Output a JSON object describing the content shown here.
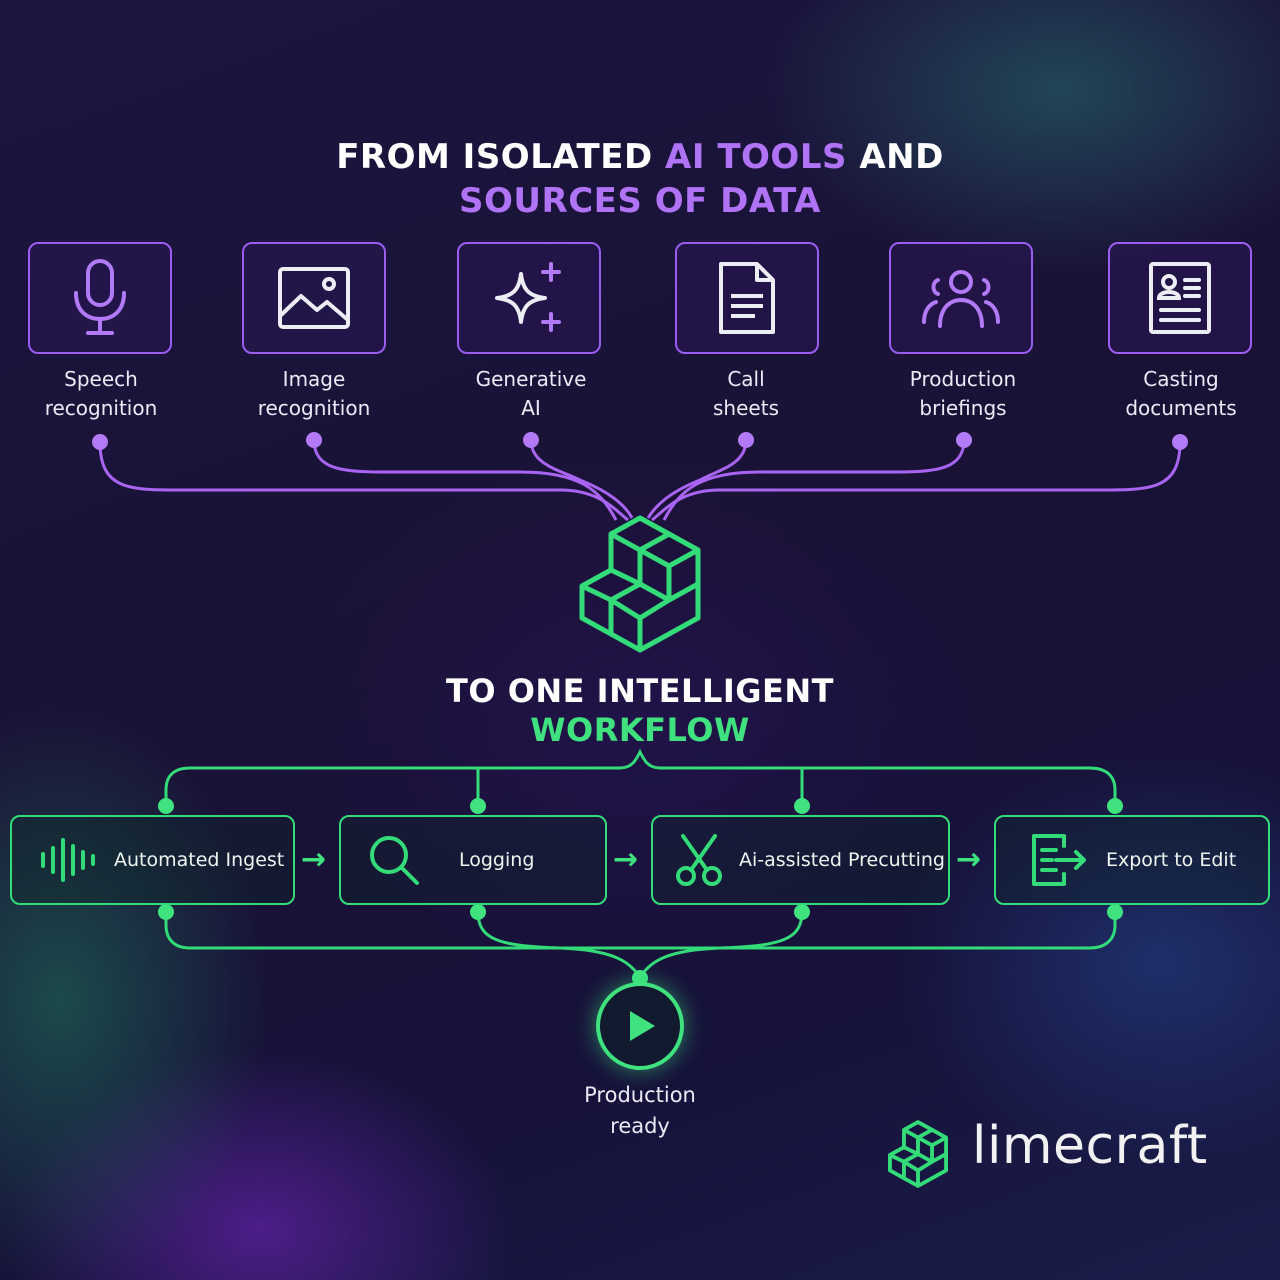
{
  "title_top": {
    "line1_a": "FROM ISOLATED ",
    "line1_b": "AI TOOLS",
    "line1_c": " AND",
    "line2": "SOURCES OF DATA"
  },
  "sources": [
    {
      "icon": "microphone-icon",
      "line1": "Speech",
      "line2": "recognition"
    },
    {
      "icon": "image-icon",
      "line1": "Image",
      "line2": "recognition"
    },
    {
      "icon": "sparkle-icon",
      "line1": "Generative",
      "line2": "AI"
    },
    {
      "icon": "document-icon",
      "line1": "Call",
      "line2": "sheets"
    },
    {
      "icon": "people-icon",
      "line1": "Production",
      "line2": "briefings"
    },
    {
      "icon": "id-card-icon",
      "line1": "Casting",
      "line2": "documents"
    }
  ],
  "title_mid": {
    "line1": "TO ONE INTELLIGENT",
    "line2": "WORKFLOW"
  },
  "steps": [
    {
      "icon": "waveform-icon",
      "label": "Automated Ingest"
    },
    {
      "icon": "search-icon",
      "label": "Logging"
    },
    {
      "icon": "scissors-icon",
      "label": "Ai-assisted Precutting"
    },
    {
      "icon": "export-icon",
      "label": "Export to Edit"
    }
  ],
  "output": {
    "line1": "Production",
    "line2": "ready",
    "icon": "play-icon"
  },
  "brand": {
    "name": "limecraft",
    "icon": "limecraft-logo-icon"
  },
  "colors": {
    "purple": "#b073f5",
    "green": "#3fe27e",
    "background": "#1a1236"
  }
}
